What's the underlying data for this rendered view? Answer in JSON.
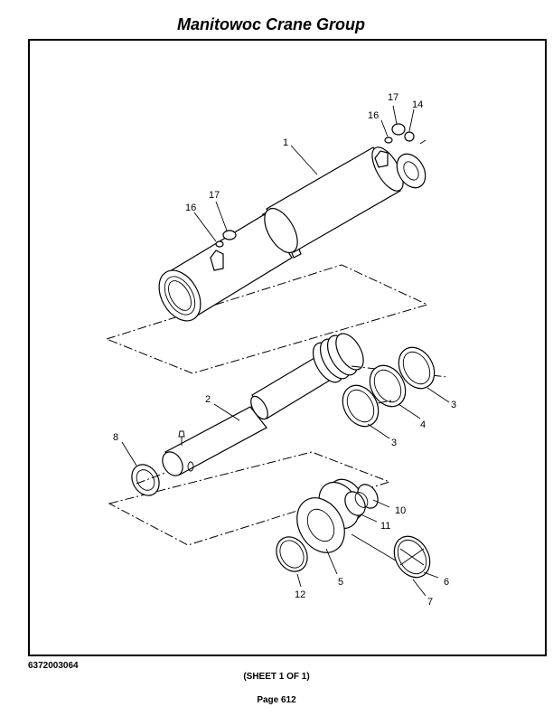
{
  "header": {
    "title": "Manitowoc Crane Group"
  },
  "footer": {
    "doc_number": "6372003064",
    "sheet": "(SHEET 1 OF 1)",
    "page": "Page 612"
  },
  "callouts": [
    "1",
    "2",
    "3",
    "3",
    "4",
    "5",
    "6",
    "7",
    "8",
    "10",
    "11",
    "12",
    "14",
    "16",
    "16",
    "17",
    "17"
  ]
}
